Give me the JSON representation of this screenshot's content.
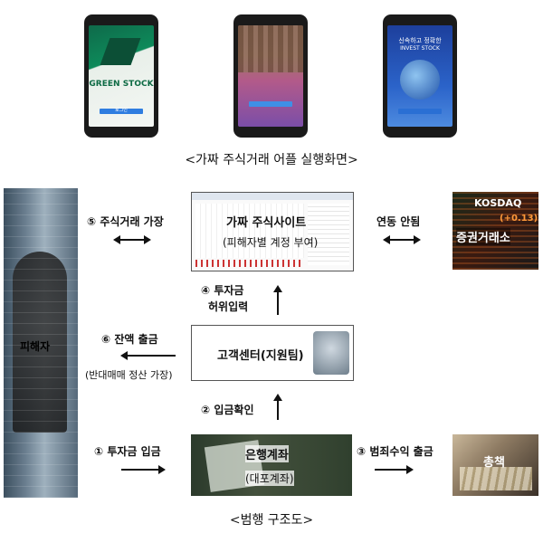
{
  "phones": [
    {
      "name": "green-stock",
      "brand": "GREEN STOCK",
      "sub": "",
      "button": "로그인"
    },
    {
      "name": "crowd-app",
      "brand": "",
      "sub": "",
      "button": ""
    },
    {
      "name": "invest-stock",
      "brand": "신속하고 정확한",
      "sub": "INVEST STOCK",
      "button": ""
    }
  ],
  "caption_top": "<가짜 주식거래 어플 실행화면>",
  "caption_bottom": "<범행 구조도>",
  "nodes": {
    "victim": "피해자",
    "fake_site_title": "가짜 주식사이트",
    "fake_site_sub": "(피해자별 계정 부여)",
    "exchange": "증권거래소",
    "exchange_sign": "KOSDAQ",
    "exchange_value": "(+0.13)",
    "call_center": "고객센터(지원팀)",
    "bank_title": "은행계좌",
    "bank_sub": "(대포계좌)",
    "boss": "총책"
  },
  "steps": {
    "s5": "⑤ 주식거래 가장",
    "link": "연동 안됨",
    "s4_line1": "④ 투자금",
    "s4_line2": "허위입력",
    "s6_line1": "⑥ 잔액 출금",
    "s6_line2": "(반대매매 정산 가장)",
    "s2": "② 입금확인",
    "s1": "① 투자금 입금",
    "s3": "③ 범죄수익 출금"
  },
  "colors": {
    "accent_blue": "#2f7de0",
    "arrow": "#111111"
  }
}
